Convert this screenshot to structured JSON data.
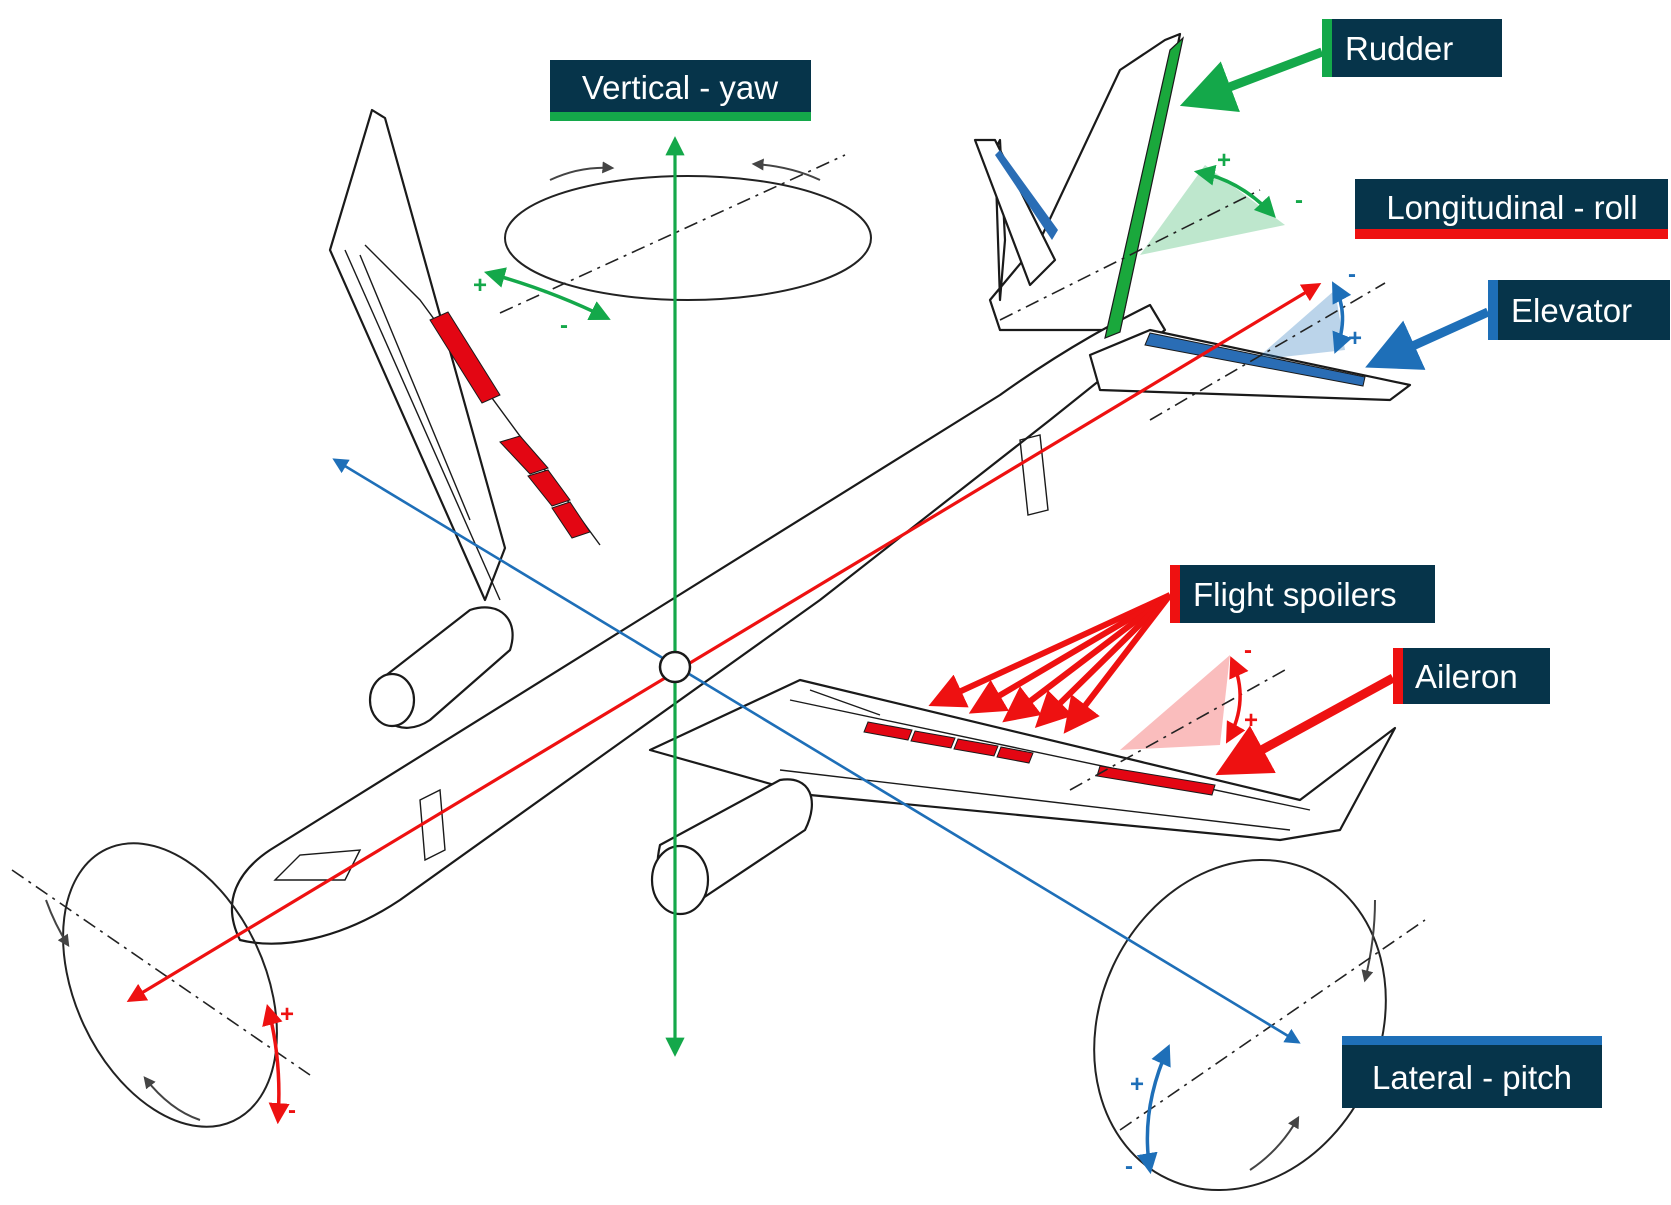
{
  "labels": {
    "vertical": "Vertical - yaw",
    "longitudinal": "Longitudinal - roll",
    "lateral": "Lateral - pitch",
    "rudder": "Rudder",
    "elevator": "Elevator",
    "flight_spoilers": "Flight spoilers",
    "aileron": "Aileron"
  },
  "signs": {
    "plus": "+",
    "minus": "-"
  },
  "colors": {
    "label_bg": "#06344a",
    "yaw_green": "#14a84a",
    "roll_red": "#ee1111",
    "pitch_blue": "#1e6fb8",
    "surface_red": "#e30613",
    "surface_green": "#1aa83c",
    "surface_blue": "#2a6db5"
  },
  "icons": {
    "center": "center-of-gravity-circle",
    "rotation": "curved-arrow-icon"
  }
}
